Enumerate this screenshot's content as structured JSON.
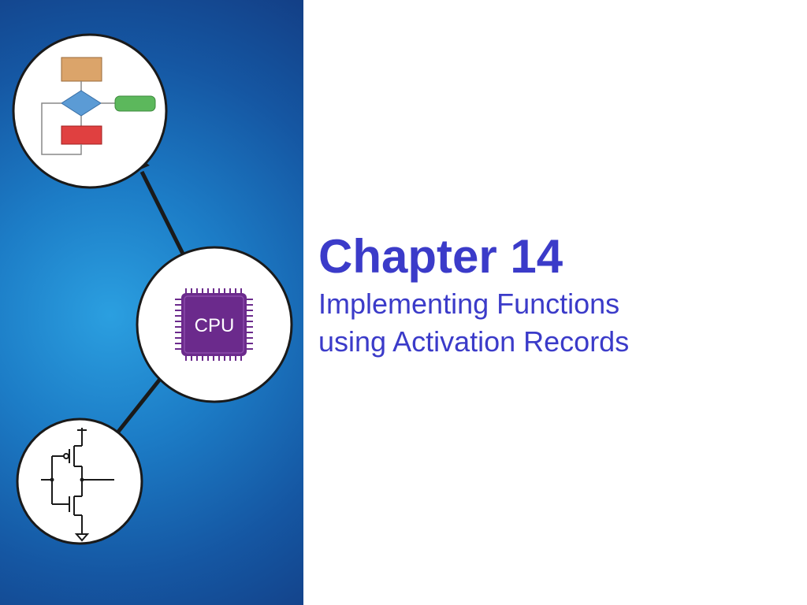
{
  "slide": {
    "title": "Chapter 14",
    "subtitle_lines": [
      "Implementing Functions",
      "using Activation Records"
    ]
  },
  "illustration": {
    "cpu_label": "CPU",
    "icons": [
      "flowchart-icon",
      "cpu-chip-icon",
      "transistor-circuit-icon"
    ]
  },
  "colors": {
    "title": "#3b3bc9",
    "panel": "#1c7cc6",
    "cpu_chip": "#6b2a8c",
    "flow_box_top": "#dba46a",
    "flow_diamond": "#5b9bd5",
    "flow_box_right": "#5cb85c",
    "flow_box_bottom": "#e04040"
  }
}
